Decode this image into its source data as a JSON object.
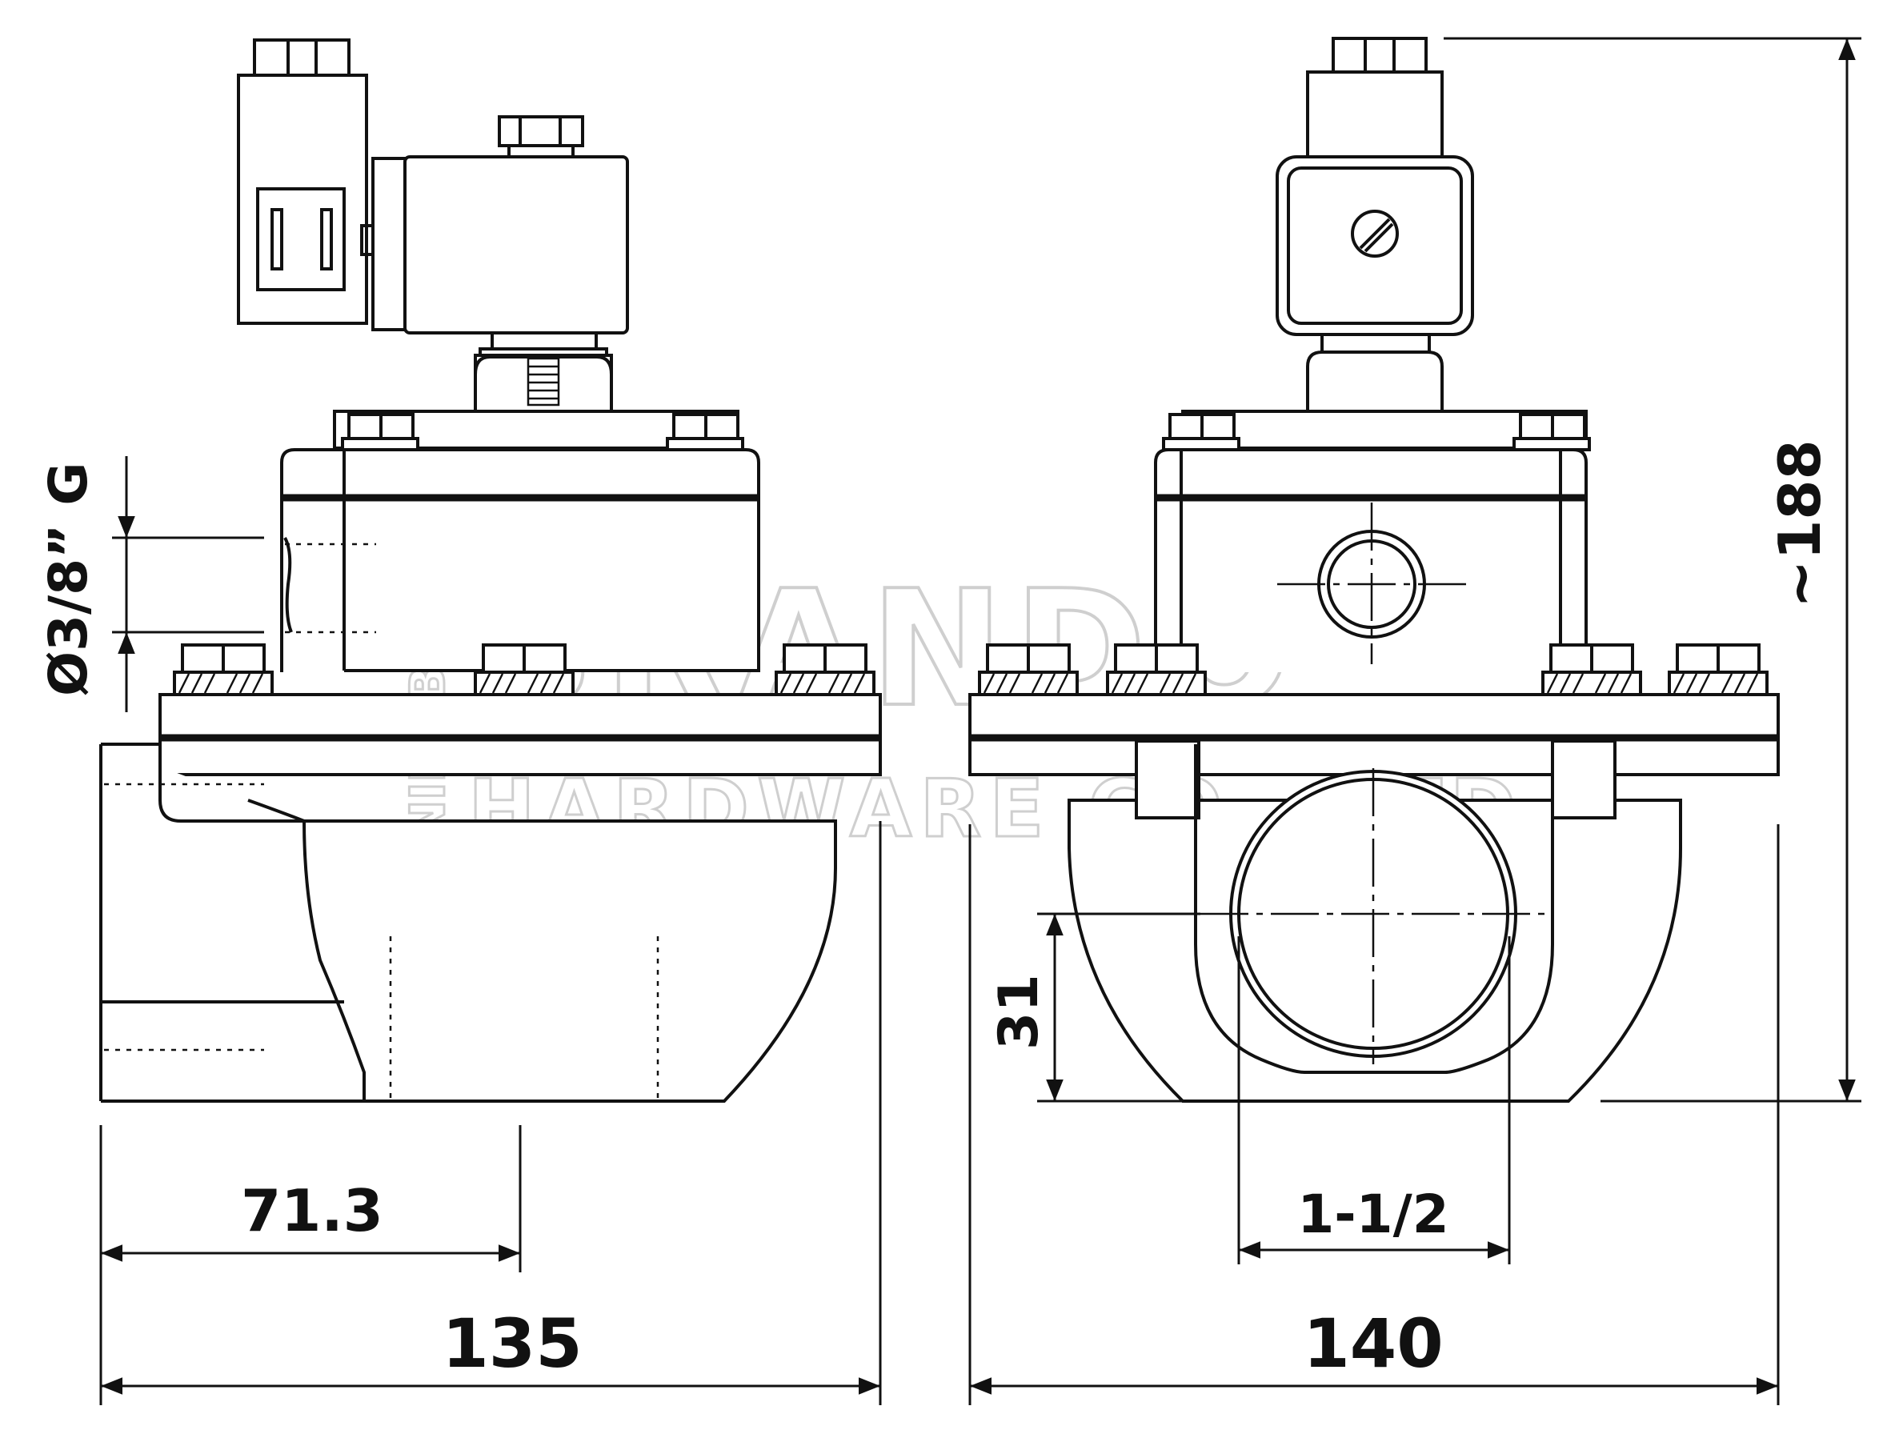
{
  "watermark": {
    "brand": "BRANDO",
    "company": "HARDWARE CO., LTD",
    "side": "NINGBO"
  },
  "dimensions": {
    "port_thread": "Ø3/8” G",
    "height": "~188",
    "offset": "71.3",
    "left_width": "135",
    "right_width": "140",
    "bottom_height": "31",
    "pipe_size": "1-1/2"
  },
  "colors": {
    "line": "#111111",
    "watermark": "#cfcfcf"
  }
}
